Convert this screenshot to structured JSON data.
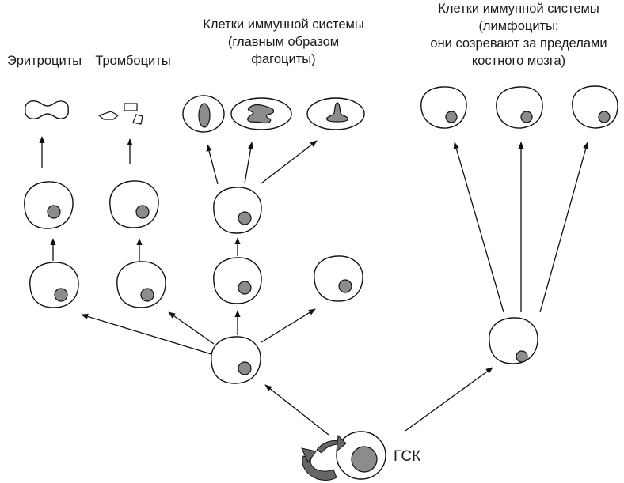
{
  "labels": {
    "erythrocytes": "Эритроциты",
    "thrombocytes": "Тромбоциты",
    "immune_phagocytes": "Клетки иммунной системы\n(главным образом\nфагоциты)",
    "immune_lymphocytes": "Клетки иммунной системы\n(лимфоциты;\nони созревают за пределами\nкостного мозга)",
    "hsc": "ГСК"
  },
  "colors": {
    "nucleus": "#8c8c8c",
    "outline": "#111111",
    "arrow_curve": "#666666"
  }
}
